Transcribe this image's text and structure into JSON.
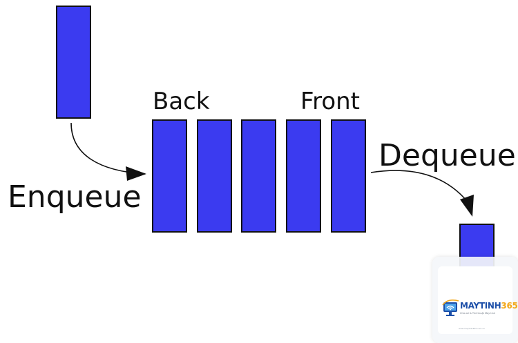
{
  "diagram": {
    "labels": {
      "back": "Back",
      "front": "Front",
      "enqueue": "Enqueue",
      "dequeue": "Dequeue"
    },
    "queue_item_count": 5
  },
  "watermark": {
    "brand_main": "MAYTINH",
    "brand_accent": "365",
    "tagline": "Chia sẻ & Thủ thuật Máy tính",
    "url": "www.maytinh365.com.vn"
  },
  "colors": {
    "block_fill": "#3b3bf0",
    "outline": "#111111",
    "brand_blue": "#1d4fa8",
    "brand_orange": "#f2a81c"
  }
}
